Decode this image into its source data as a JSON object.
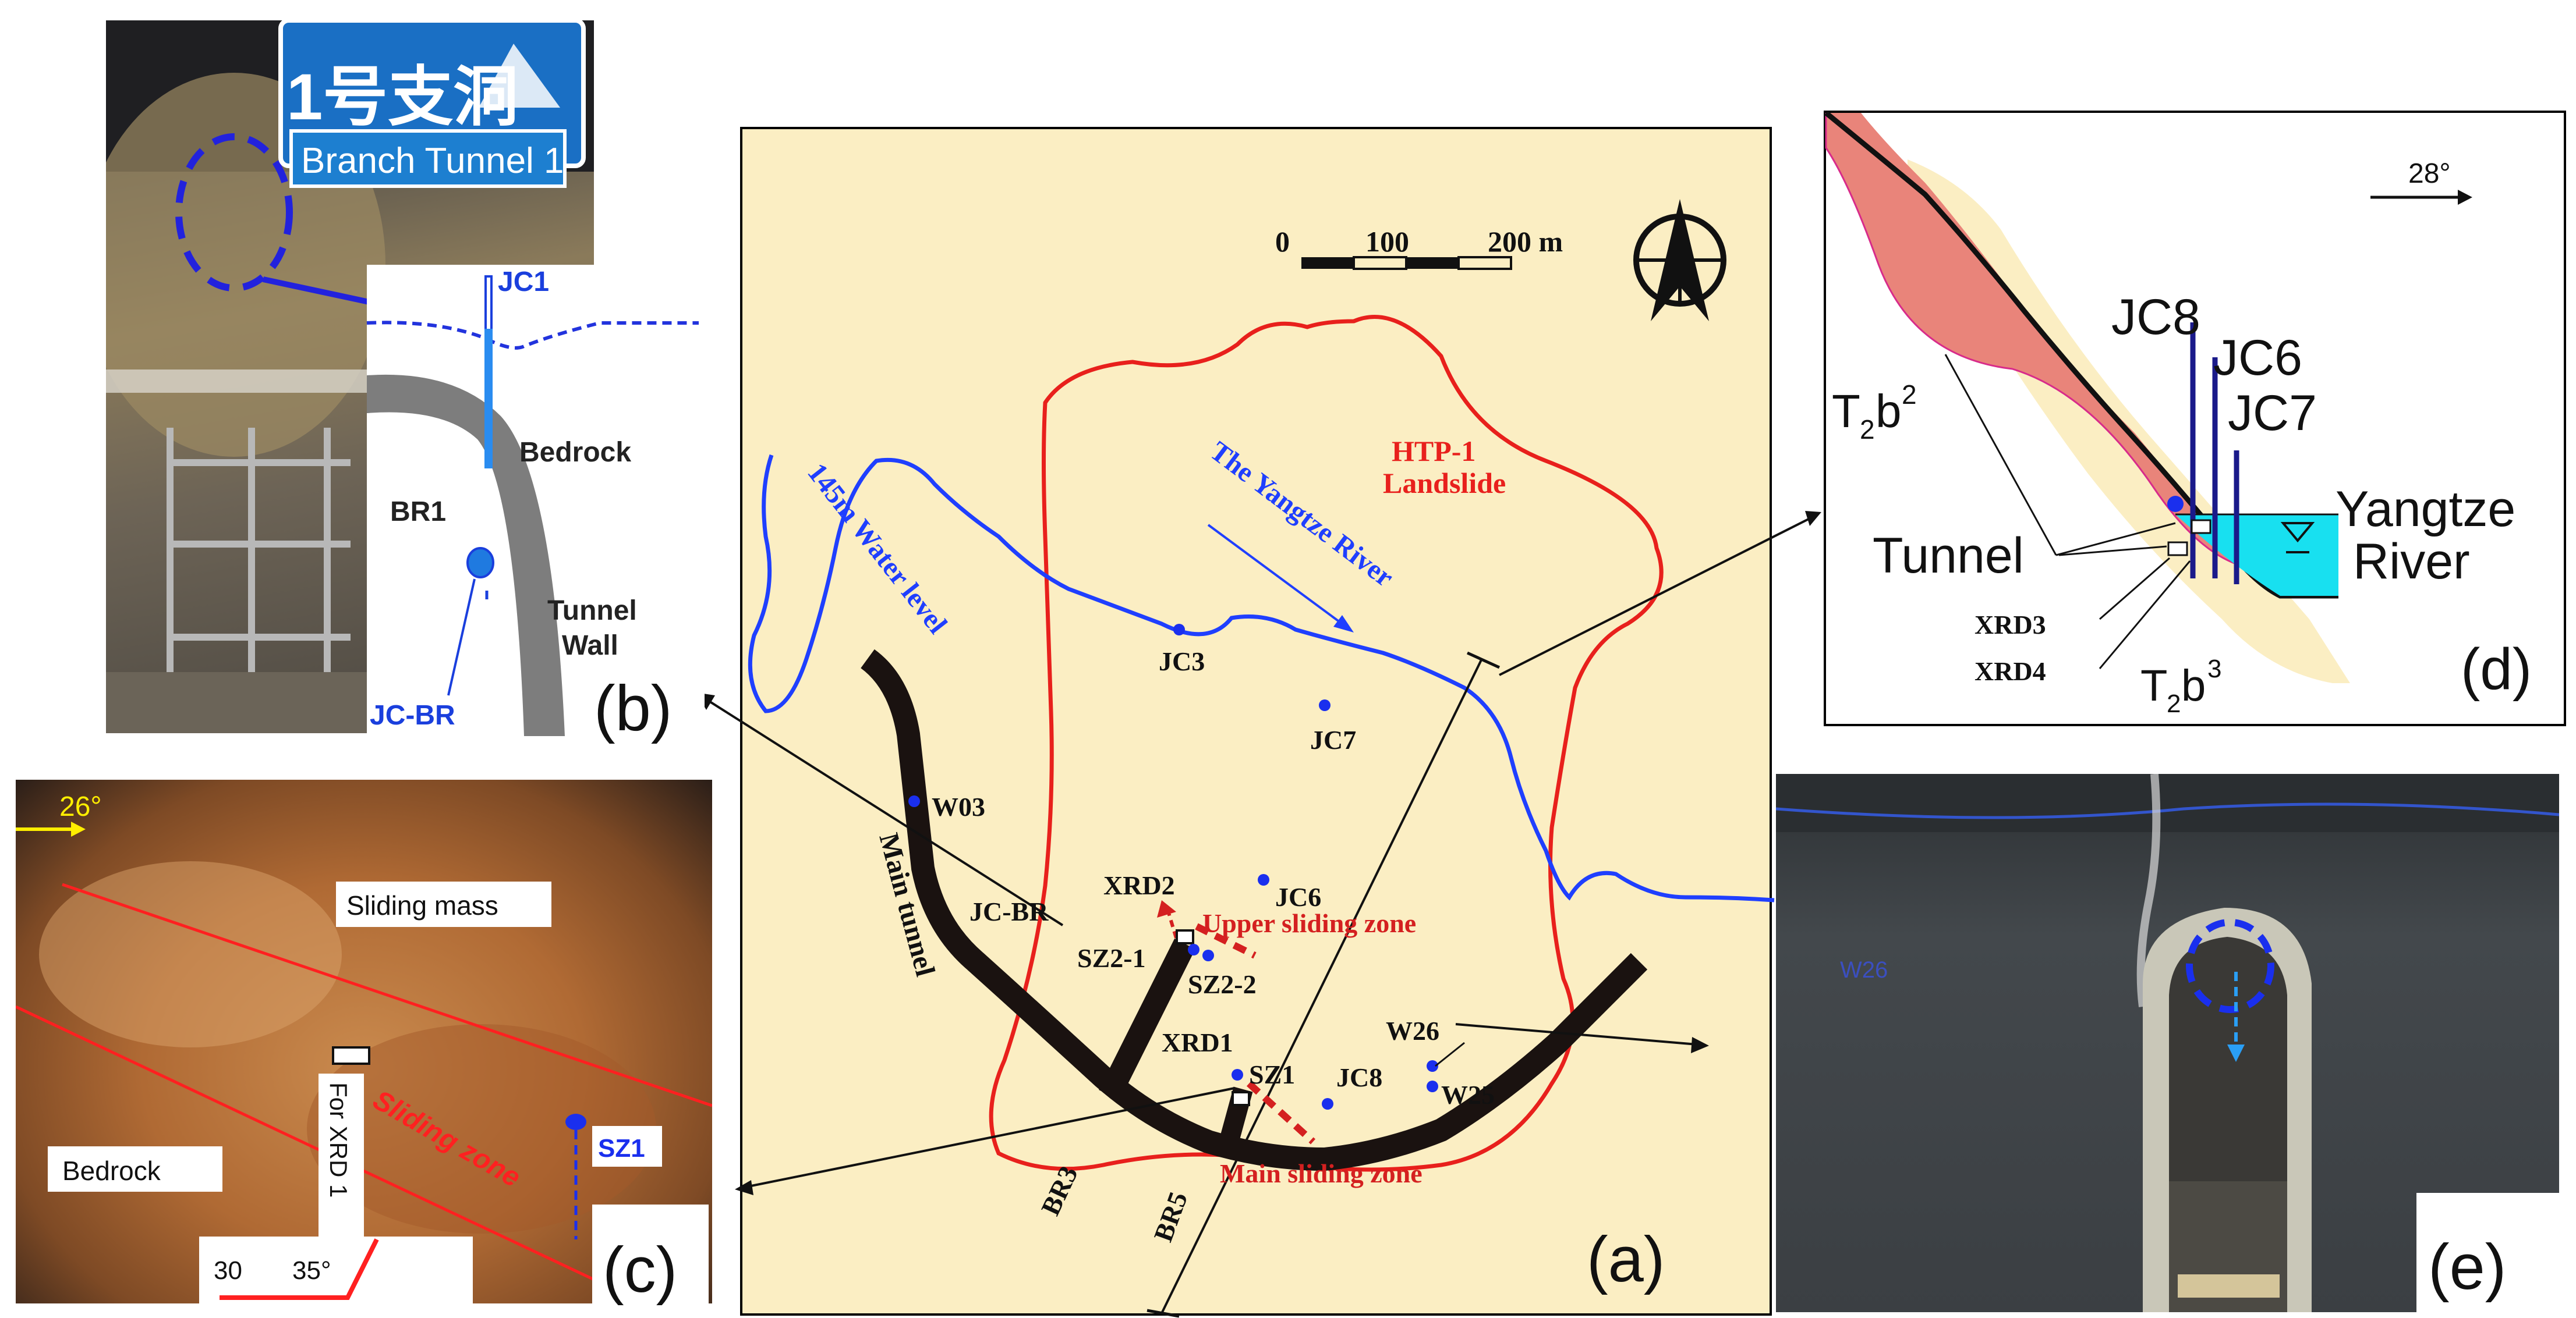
{
  "panel_b": {
    "sign_cn": "1号支洞",
    "sign_en": "Branch Tunnel 1",
    "jc1": "JC1",
    "bedrock": "Bedrock",
    "br1": "BR1",
    "tunnel_wall_1": "Tunnel",
    "tunnel_wall_2": "Wall",
    "jc_br": "JC-BR",
    "panel_label": "(b)"
  },
  "panel_c": {
    "angle_top": "26°",
    "sliding_mass": "Sliding mass",
    "bedrock": "Bedrock",
    "for_xrd": "For XRD 1",
    "sliding_zone": "Sliding zone",
    "sz1": "SZ1",
    "dip_30": "30",
    "dip_35": "35°",
    "panel_label": "(c)"
  },
  "panel_a": {
    "scale_0": "0",
    "scale_100": "100",
    "scale_200": "200 m",
    "landslide_1": "HTP-1",
    "landslide_2": "Landslide",
    "water_level": "145m Water level",
    "river": "The Yangtze River",
    "points": {
      "jc3": "JC3",
      "jc7": "JC7",
      "w03": "W03",
      "jc_br": "JC-BR",
      "jc6": "JC6",
      "xrd2": "XRD2",
      "sz2_1": "SZ2-1",
      "sz2_2": "SZ2-2",
      "xrd1": "XRD1",
      "sz1": "SZ1",
      "jc8": "JC8",
      "w26": "W26",
      "w25": "W25"
    },
    "main_tunnel": "Main tunnel",
    "upper_zone": "Upper sliding zone",
    "main_zone": "Main sliding zone",
    "br3": "BR3",
    "br5": "BR5",
    "panel_label": "(a)"
  },
  "panel_d": {
    "angle": "28°",
    "t2b2": "T",
    "t2b2_sub": "2",
    "t2b2_b": "b",
    "t2b2_sup": "2",
    "jc8": "JC8",
    "jc6": "JC6",
    "jc7": "JC7",
    "tunnel": "Tunnel",
    "yangtze": "Yangtze",
    "river": "River",
    "xrd3": "XRD3",
    "xrd4": "XRD4",
    "t2b3": "T",
    "t2b3_sub": "2",
    "t2b3_b": "b",
    "t2b3_sup": "3",
    "panel_label": "(d)"
  },
  "panel_e": {
    "w26": "W26",
    "panel_label": "(e)"
  },
  "colors": {
    "landslide_red": "#e8201c",
    "river_blue": "#1f3fff",
    "tunnel_black": "#1a1210",
    "map_fill": "#fbeec3",
    "zone_red": "#d42020",
    "water_cyan": "#18e0f0",
    "salmon": "#e9847a"
  }
}
